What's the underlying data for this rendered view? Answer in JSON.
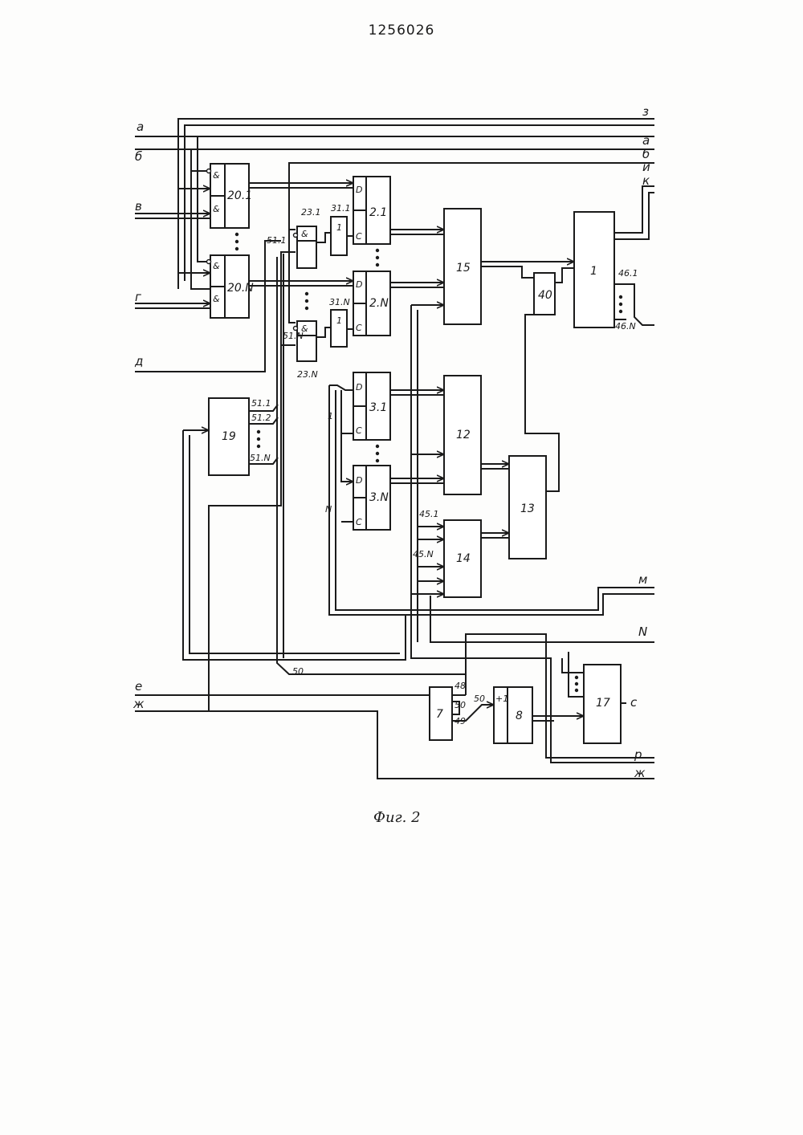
{
  "document": {
    "patent_number": "1256026",
    "figure_caption": "Фиг. 2"
  },
  "inputs": {
    "a": "а",
    "b": "б",
    "v": "в",
    "g": "г",
    "d": "д",
    "e": "е",
    "zh": "ж"
  },
  "outputs": {
    "z": "з",
    "a": "а",
    "b": "б",
    "i": "и",
    "k": "к",
    "m": "м",
    "n": "N",
    "s": "с",
    "r": "р",
    "zh": "ж"
  },
  "blocks": {
    "b1": "1",
    "b2_1": "2.1",
    "b2_n": "2.N",
    "b3_1": "3.1",
    "b3_n": "3.N",
    "b7": "7",
    "b8": "8",
    "b12": "12",
    "b13": "13",
    "b14": "14",
    "b15": "15",
    "b17": "17",
    "b19": "19",
    "b20_1": "20.1",
    "b20_n": "20.N",
    "b40": "40"
  },
  "labels": {
    "and": "&",
    "d_pin": "D",
    "c_pin": "C",
    "one": "1",
    "plus1": "+1",
    "l23_1": "23.1",
    "l23_n": "23.N",
    "l31_1": "31.1",
    "l31_n": "31.N",
    "l51_1": "51.1",
    "l51_2": "51.2",
    "l51_n": "51.N",
    "l51_1_in": "51.1",
    "l51_n_in": "51.N",
    "l45_1": "45.1",
    "l45_n": "45.N",
    "l46_1": "46.1",
    "l46_n": "46.N",
    "l48": "48",
    "l49": "49",
    "l50": "50",
    "l50_b": "50",
    "l50_c": "50",
    "bus_1": "1",
    "bus_n": "N"
  }
}
